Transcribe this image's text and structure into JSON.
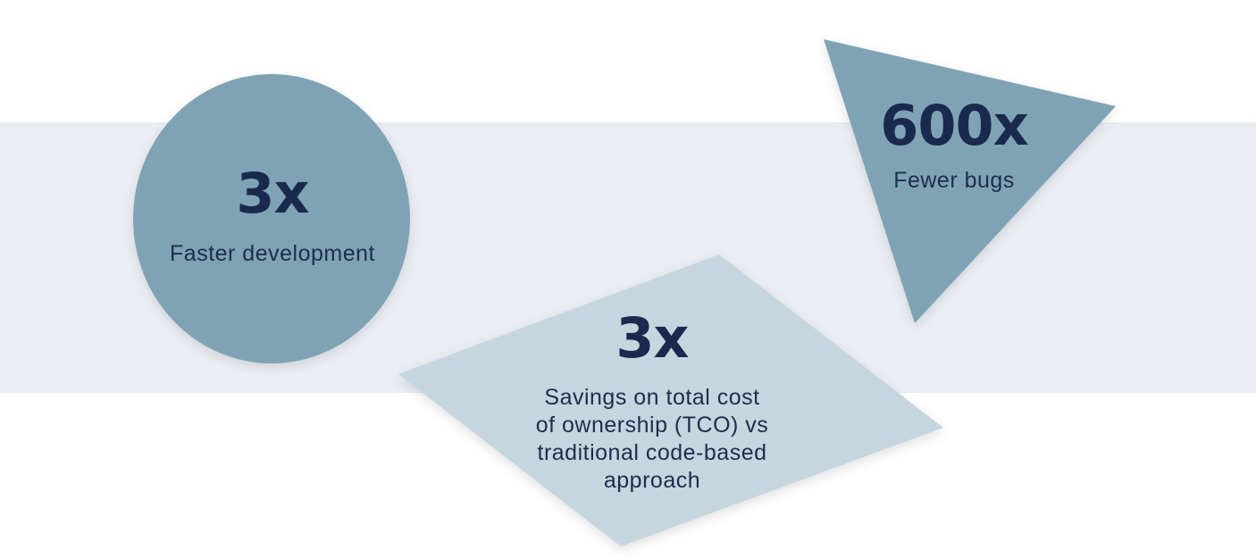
{
  "colors": {
    "band": "#eaeef2",
    "circle": "#7fa3b5",
    "triangle": "#7fa3b5",
    "diamond": "#c5d6de",
    "text": "#1a2a4e"
  },
  "stats": [
    {
      "shape": "circle",
      "value": "3x",
      "label": "Faster development"
    },
    {
      "shape": "triangle",
      "value": "600x",
      "label": "Fewer bugs"
    },
    {
      "shape": "diamond",
      "value": "3x",
      "label_lines": [
        "Savings on total cost",
        "of ownership (TCO) vs",
        "traditional code-based",
        "approach"
      ]
    }
  ]
}
